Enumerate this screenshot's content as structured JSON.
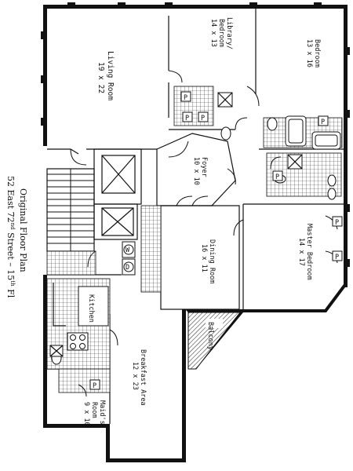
{
  "caption": {
    "line1": "Original Floor Plan",
    "line2": "52 East 72",
    "line2_sup": "nd",
    "line2_rest": " Street – 15",
    "line2_sup2": "th",
    "line2_end": " Fl"
  },
  "rooms": {
    "living_room": {
      "name": "Living Room",
      "dims": "19 x 22"
    },
    "library": {
      "name1": "Library/",
      "name2": "Bedroom",
      "dims": "14 x 13"
    },
    "bedroom": {
      "name": "Bedroom",
      "dims": "13 x 16"
    },
    "foyer": {
      "name": "Foyer",
      "dims": "10 x 10"
    },
    "dining_room": {
      "name": "Dining Room",
      "dims": "16 x 11"
    },
    "master_bedroom": {
      "name": "Master Bedroom",
      "dims": "14 x 17"
    },
    "kitchen": {
      "name": "Kitchen"
    },
    "breakfast_area": {
      "name": "Breakfast Area",
      "dims": "12 x 23"
    },
    "maids_room": {
      "name1": "Maid's",
      "name2": "Room",
      "dims": "9 x 10"
    },
    "balcony": {
      "name": "Balcony"
    }
  },
  "fixture_labels": {
    "closet": "P",
    "washer": "W",
    "dryer": "D"
  }
}
